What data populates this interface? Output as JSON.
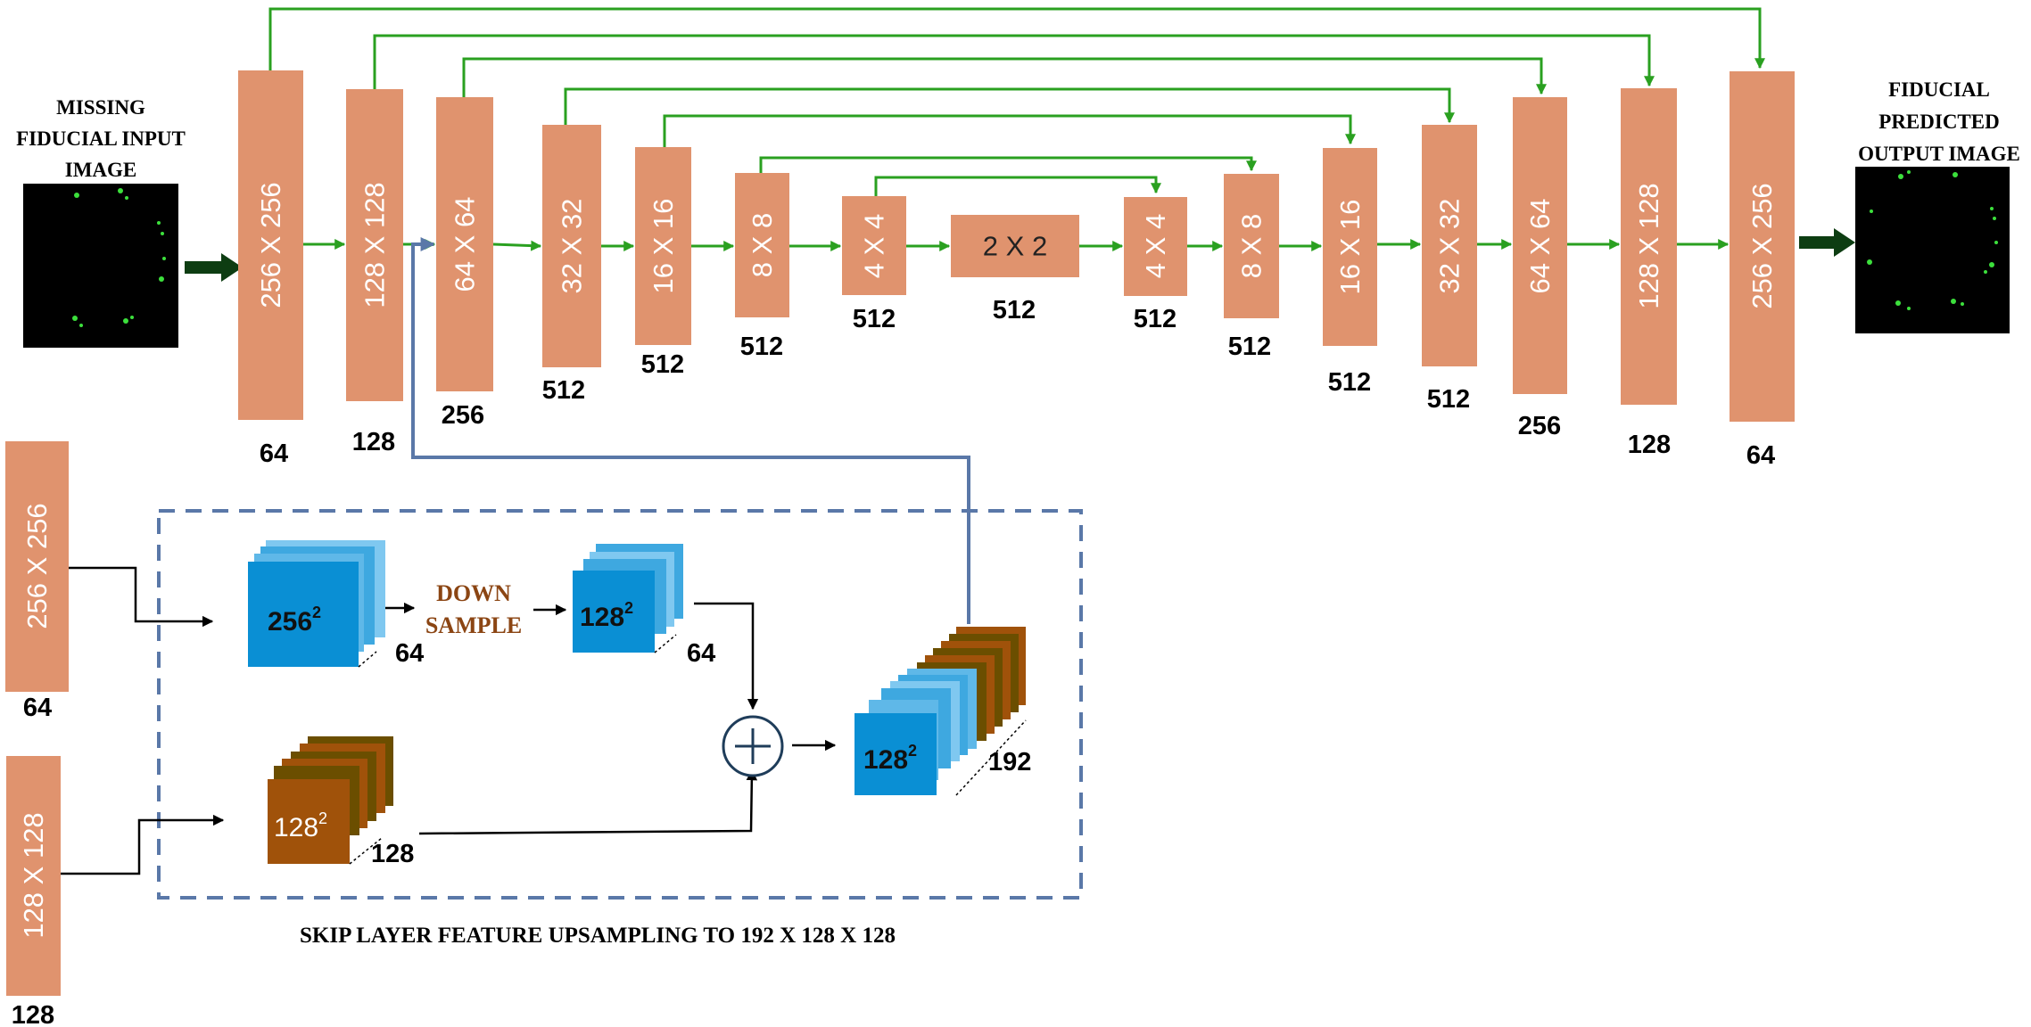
{
  "input": {
    "label_lines": [
      "MISSING",
      "FIDUCIAL INPUT",
      "IMAGE"
    ]
  },
  "output": {
    "label_lines": [
      "FIDUCIAL",
      "PREDICTED",
      "OUTPUT IMAGE"
    ]
  },
  "encoder": [
    {
      "size": "256 X 256",
      "channels": "64"
    },
    {
      "size": "128 X 128",
      "channels": "128"
    },
    {
      "size": "64 X 64",
      "channels": "256"
    },
    {
      "size": "32 X 32",
      "channels": "512"
    },
    {
      "size": "16 X 16",
      "channels": "512"
    },
    {
      "size": "8 X 8",
      "channels": "512"
    },
    {
      "size": "4 X 4",
      "channels": "512"
    }
  ],
  "bottleneck": {
    "size": "2 X 2",
    "channels": "512"
  },
  "decoder": [
    {
      "size": "4 X 4",
      "channels": "512"
    },
    {
      "size": "8 X 8",
      "channels": "512"
    },
    {
      "size": "16 X 16",
      "channels": "512"
    },
    {
      "size": "32 X 32",
      "channels": "512"
    },
    {
      "size": "64 X 64",
      "channels": "256"
    },
    {
      "size": "128 X 128",
      "channels": "128"
    },
    {
      "size": "256 X 256",
      "channels": "64"
    }
  ],
  "skip_panel": {
    "left_blocks": [
      {
        "size": "256 X 256",
        "channels": "64"
      },
      {
        "size": "128 X 128",
        "channels": "128"
      }
    ],
    "cube_a": {
      "base": "256",
      "exp": "2",
      "depth": "64"
    },
    "downsample_lines": [
      "DOWN",
      "SAMPLE"
    ],
    "cube_b": {
      "base": "128",
      "exp": "2",
      "depth": "64"
    },
    "cube_c": {
      "base": "128",
      "exp": "2",
      "depth": "128"
    },
    "cube_out": {
      "base": "128",
      "exp": "2",
      "depth": "192"
    },
    "caption": "SKIP LAYER FEATURE UPSAMPLING TO 192 X 128 X 128"
  },
  "colors": {
    "block": "#E0936E",
    "skip_arrow": "#2AA020",
    "feature_blue": "#0A8FD4",
    "feature_brown": "#A0520A",
    "panel_border": "#5A78A8"
  }
}
